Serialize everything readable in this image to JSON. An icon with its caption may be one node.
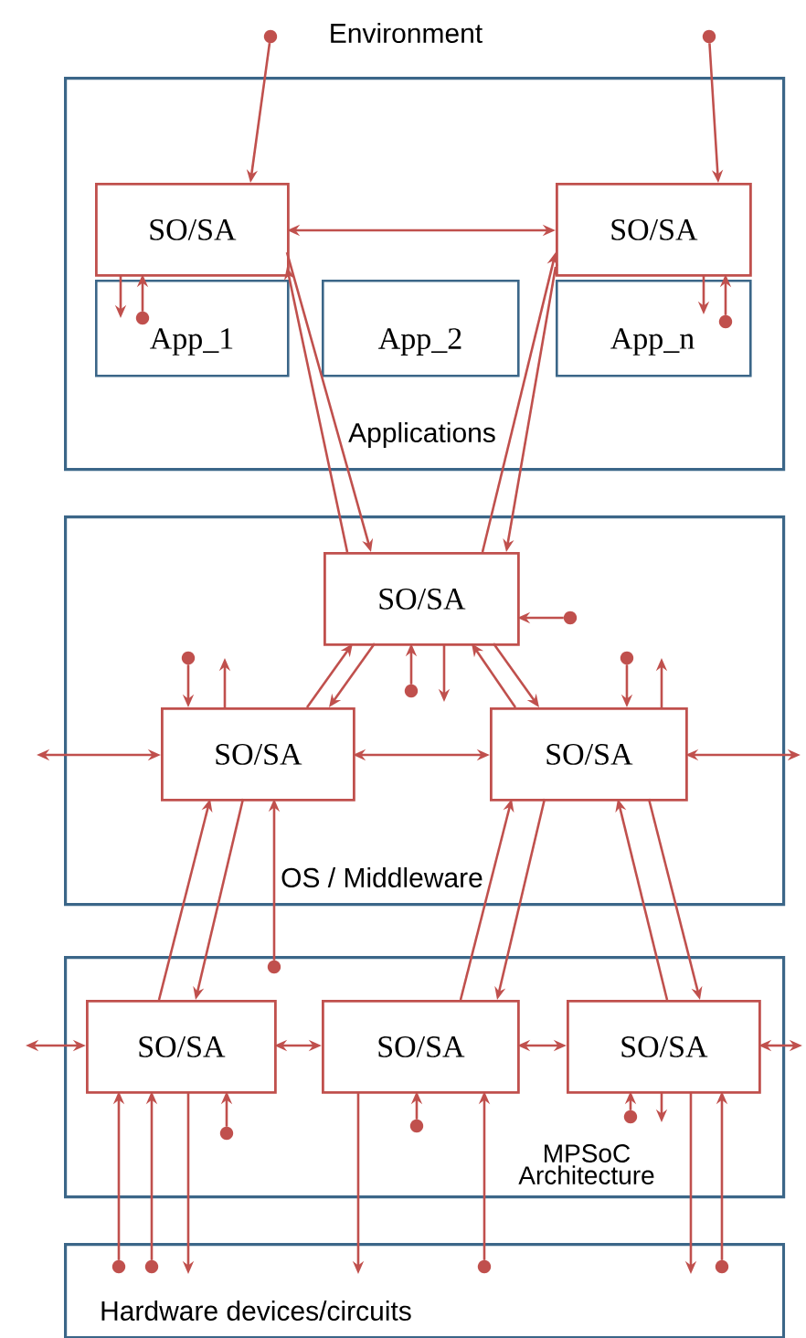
{
  "diagram": {
    "nodes": [
      {
        "text": [
          "Applications"
        ]
      },
      {
        "text": [
          "SO/SA"
        ],
        "in": 0
      },
      {
        "text": [
          "SO/SA"
        ],
        "in": 0
      },
      {
        "text": [
          "App_1"
        ],
        "in": 0
      },
      {
        "text": [
          "App_2"
        ],
        "in": 0
      },
      {
        "text": [
          "App_n"
        ],
        "in": 0
      },
      {
        "text": [
          "OS / Middleware"
        ]
      },
      {
        "text": [
          "SO/SA"
        ],
        "in": 6
      },
      {
        "text": [
          "SO/SA"
        ],
        "in": 6
      },
      {
        "text": [
          "SO/SA"
        ],
        "in": 6
      },
      {
        "text": [
          "MPSoC Architecture"
        ]
      },
      {
        "text": [
          "SO/SA"
        ],
        "in": 10
      },
      {
        "text": [
          "SO/SA"
        ],
        "in": 10
      },
      {
        "text": [
          "SO/SA"
        ],
        "in": 10
      },
      {
        "text": [
          "Hardware devices/circuits"
        ]
      }
    ],
    "edges": [
      {
        "from": null,
        "to": 1,
        "arrow": "to"
      },
      {
        "from": null,
        "to": 2,
        "arrow": "to"
      },
      {
        "from": 1,
        "to": 2,
        "arrow": "both"
      },
      {
        "from": 1,
        "to": 3,
        "arrow": "to"
      },
      {
        "from": 3,
        "to": 1,
        "arrow": "to"
      },
      {
        "from": 2,
        "to": 5,
        "arrow": "to"
      },
      {
        "from": 5,
        "to": 2,
        "arrow": "to"
      },
      {
        "from": 7,
        "to": 1,
        "arrow": "to"
      },
      {
        "from": 1,
        "to": 7,
        "arrow": "to"
      },
      {
        "from": 7,
        "to": 2,
        "arrow": "to"
      },
      {
        "from": 2,
        "to": 7,
        "arrow": "to"
      },
      {
        "from": null,
        "to": 7,
        "arrow": "to"
      },
      {
        "from": null,
        "to": 7,
        "arrow": "to"
      },
      {
        "from": 7,
        "to": null,
        "arrow": "to"
      },
      {
        "from": 8,
        "to": 7,
        "arrow": "to"
      },
      {
        "from": 7,
        "to": 8,
        "arrow": "to"
      },
      {
        "from": 9,
        "to": 7,
        "arrow": "to"
      },
      {
        "from": 7,
        "to": 9,
        "arrow": "to"
      },
      {
        "from": null,
        "to": 8,
        "arrow": "to"
      },
      {
        "from": 8,
        "to": null,
        "arrow": "to"
      },
      {
        "from": null,
        "to": 9,
        "arrow": "to"
      },
      {
        "from": 9,
        "to": null,
        "arrow": "to"
      },
      {
        "from": null,
        "to": 8,
        "arrow": "both"
      },
      {
        "from": 8,
        "to": 9,
        "arrow": "both"
      },
      {
        "from": 9,
        "to": null,
        "arrow": "both"
      },
      {
        "from": 11,
        "to": 8,
        "arrow": "to"
      },
      {
        "from": 8,
        "to": 11,
        "arrow": "to"
      },
      {
        "from": 10,
        "to": 8,
        "arrow": "to"
      },
      {
        "from": 12,
        "to": 9,
        "arrow": "to"
      },
      {
        "from": 9,
        "to": 12,
        "arrow": "to"
      },
      {
        "from": 13,
        "to": 9,
        "arrow": "to"
      },
      {
        "from": 9,
        "to": 13,
        "arrow": "to"
      },
      {
        "from": null,
        "to": 11,
        "arrow": "both"
      },
      {
        "from": 11,
        "to": 12,
        "arrow": "both"
      },
      {
        "from": 12,
        "to": 13,
        "arrow": "both"
      },
      {
        "from": 13,
        "to": null,
        "arrow": "both"
      },
      {
        "from": 14,
        "to": 11,
        "arrow": "to"
      },
      {
        "from": 14,
        "to": 11,
        "arrow": "to"
      },
      {
        "from": 11,
        "to": 14,
        "arrow": "to"
      },
      {
        "from": null,
        "to": 11,
        "arrow": "to"
      },
      {
        "from": 12,
        "to": 14,
        "arrow": "to"
      },
      {
        "from": null,
        "to": 12,
        "arrow": "to"
      },
      {
        "from": 14,
        "to": 12,
        "arrow": "to"
      },
      {
        "from": null,
        "to": 13,
        "arrow": "to"
      },
      {
        "from": 13,
        "to": null,
        "arrow": "to"
      },
      {
        "from": 13,
        "to": 14,
        "arrow": "to"
      },
      {
        "from": 14,
        "to": 13,
        "arrow": "to"
      }
    ],
    "labels": [
      "Environment"
    ]
  }
}
